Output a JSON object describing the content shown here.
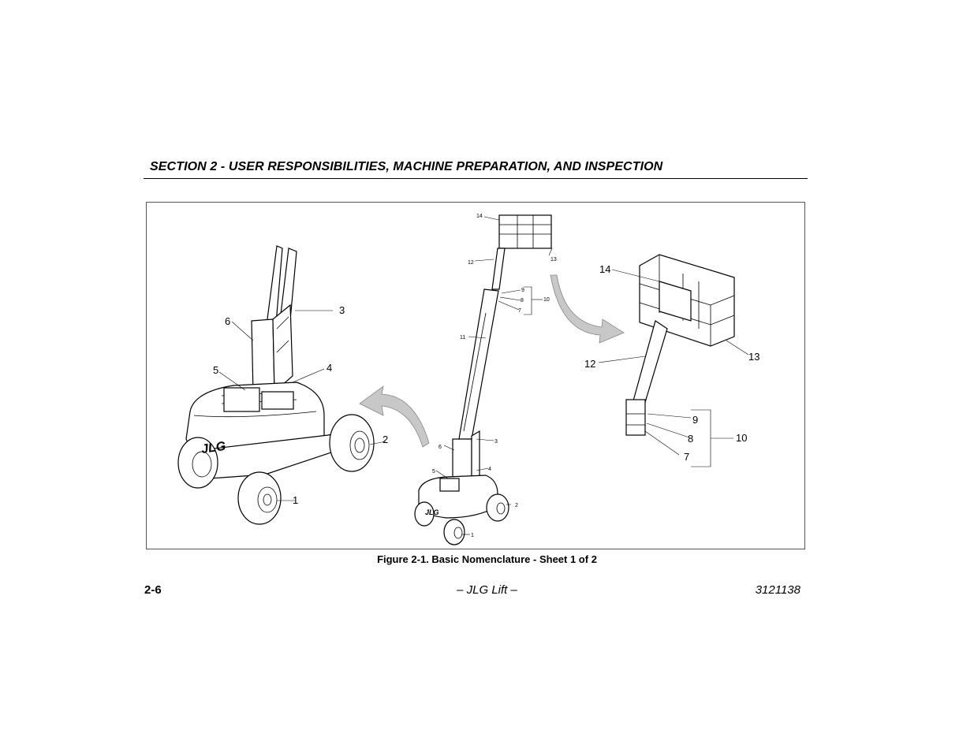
{
  "header": {
    "section_title": "SECTION 2 - USER RESPONSIBILITIES, MACHINE PREPARATION, AND INSPECTION"
  },
  "figure": {
    "caption": "Figure 2-1. Basic Nomenclature - Sheet 1 of 2",
    "brand_mark": "JLG",
    "left_view_callouts": [
      "1",
      "2",
      "3",
      "4",
      "5",
      "6"
    ],
    "center_view_callouts": [
      "1",
      "2",
      "3",
      "4",
      "5",
      "6",
      "7",
      "8",
      "9",
      "10",
      "11",
      "12",
      "13",
      "14"
    ],
    "right_view_callouts": [
      "7",
      "8",
      "9",
      "10",
      "12",
      "13",
      "14"
    ]
  },
  "footer": {
    "page_number": "2-6",
    "center_text": "– JLG Lift –",
    "document_number": "3121138"
  },
  "colors": {
    "text": "#000000",
    "arrow_fill": "#c8c8c8",
    "border": "#555555"
  }
}
